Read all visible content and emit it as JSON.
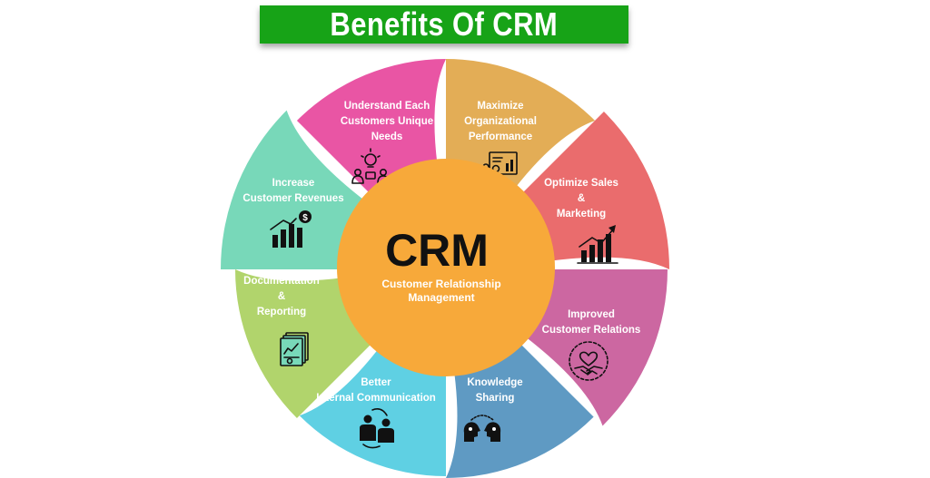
{
  "title": "Benefits Of CRM",
  "center": {
    "main": "CRM",
    "sub_line1": "Customer Relationship",
    "sub_line2": "Management",
    "color": "#f7a93a"
  },
  "segments": [
    {
      "id": "understand-needs",
      "lines": [
        "Understand Each",
        "Customers Unique",
        "Needs"
      ],
      "color": "#e3ad56",
      "icon": "idea-people-icon"
    },
    {
      "id": "maximize-performance",
      "lines": [
        "Maximize",
        "Organizational",
        "Performance"
      ],
      "color": "#ea6c6d",
      "icon": "performance-report-icon"
    },
    {
      "id": "optimize-sales",
      "lines": [
        "Optimize Sales",
        "&",
        "Marketing"
      ],
      "color": "#cc67a1",
      "icon": "growth-chart-icon"
    },
    {
      "id": "improved-relations",
      "lines": [
        "Improved",
        "Customer Relations"
      ],
      "color": "#5f9ac3",
      "icon": "handshake-heart-icon"
    },
    {
      "id": "knowledge-sharing",
      "lines": [
        "Knowledge",
        "Sharing"
      ],
      "color": "#5fd0e3",
      "icon": "knowledge-heads-icon"
    },
    {
      "id": "internal-communication",
      "lines": [
        "Better",
        "Internal Communication"
      ],
      "color": "#b1d46c",
      "icon": "team-communication-icon"
    },
    {
      "id": "documentation-reporting",
      "lines": [
        "Documentation",
        "&",
        "Reporting"
      ],
      "color": "#78d8b9",
      "icon": "documents-icon"
    },
    {
      "id": "customer-revenues",
      "lines": [
        "Increase",
        "Customer Revenues"
      ],
      "color": "#e955a4",
      "icon": "revenue-chart-icon"
    }
  ]
}
